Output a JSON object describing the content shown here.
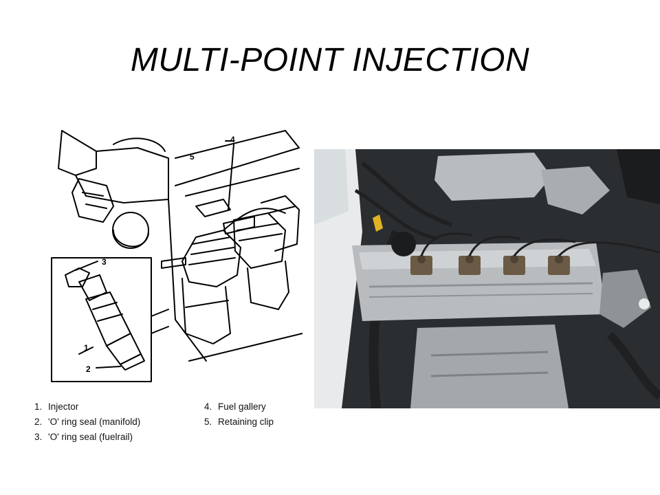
{
  "slide": {
    "title": "MULTI-POINT INJECTION"
  },
  "diagram": {
    "callouts": [
      "1",
      "2",
      "3",
      "4",
      "5"
    ],
    "legend": [
      {
        "num": "1.",
        "label": "Injector"
      },
      {
        "num": "2.",
        "label": "'O' ring seal (manifold)"
      },
      {
        "num": "3.",
        "label": "'O' ring seal (fuelrail)"
      },
      {
        "num": "4.",
        "label": "Fuel gallery"
      },
      {
        "num": "5.",
        "label": "Retaining clip"
      }
    ]
  },
  "photo": {
    "subject": "engine bay photograph"
  },
  "colors": {
    "line": "#000000",
    "engine_silver": "#b9bcbe",
    "engine_dark": "#2b2e31",
    "ignition_coil": "#6b5a45",
    "dipstick_yellow": "#e0b323"
  }
}
